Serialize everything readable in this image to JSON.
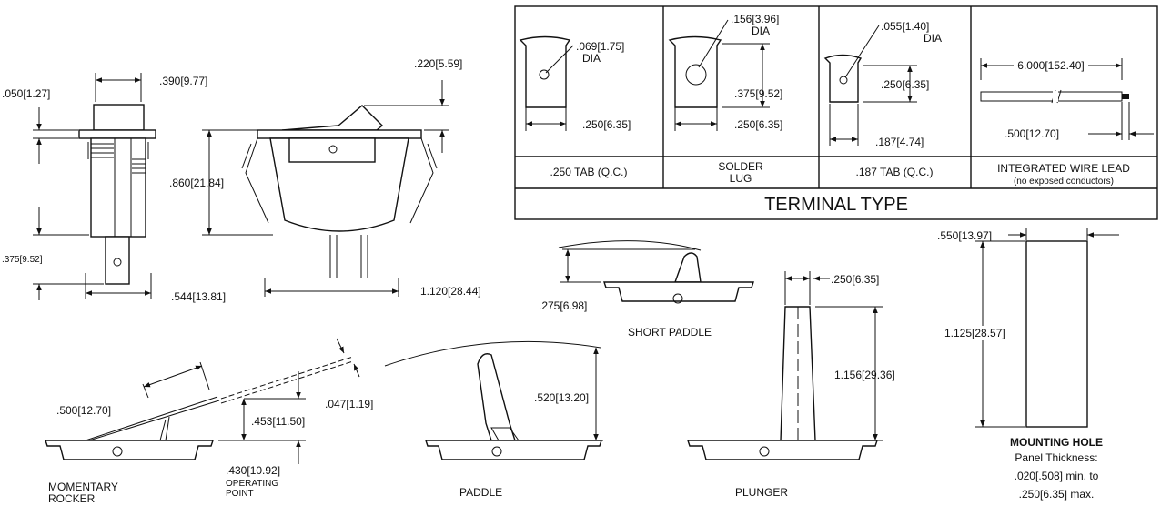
{
  "dims": {
    "top_rocker_height": ".220[5.59]",
    "front_width_top": ".390[9.77]",
    "flange_thickness": ".050[1.27]",
    "front_tab_length": ".375[9.52]",
    "front_width": ".544[13.81]",
    "side_height": ".860[21.84]",
    "side_width": "1.120[28.44]",
    "mr_length": ".500[12.70]",
    "mr_thickness": ".047[1.19]",
    "mr_height": ".453[11.50]",
    "mr_op": ".430[10.92]",
    "paddle_height": ".520[13.20]",
    "sp_height": ".275[6.98]",
    "pl_width": ".250[6.35]",
    "pl_height": "1.156[29.36]",
    "mh_width": ".550[13.97]",
    "mh_height": "1.125[28.57]"
  },
  "labels": {
    "mr_line1": "MOMENTARY",
    "mr_line2": "ROCKER",
    "op_line1": "OPERATING",
    "op_line2": "POINT",
    "paddle": "PADDLE",
    "short_paddle": "SHORT PADDLE",
    "plunger": "PLUNGER",
    "mounting_hole": "MOUNTING HOLE",
    "panel1": "Panel Thickness:",
    "panel2": ".020[.508] min. to",
    "panel3": ".250[6.35] max."
  },
  "terminal_table": {
    "title": "TERMINAL TYPE",
    "cells": [
      {
        "name": ".250 TAB (Q.C.)",
        "hole": ".069[1.75]",
        "hole2": "DIA",
        "width": ".250[6.35]"
      },
      {
        "name": "SOLDER",
        "name2": "LUG",
        "hole": ".156[3.96]",
        "hole2": "DIA",
        "height": ".375[9.52]",
        "width": ".250[6.35]"
      },
      {
        "name": ".187 TAB (Q.C.)",
        "hole": ".055[1.40]",
        "hole2": "DIA",
        "height": ".250[6.35]",
        "width": ".187[4.74]"
      },
      {
        "name": "INTEGRATED WIRE LEAD",
        "name2": "(no exposed conductors)",
        "length": "6.000[152.40]",
        "strip": ".500[12.70]"
      }
    ]
  }
}
